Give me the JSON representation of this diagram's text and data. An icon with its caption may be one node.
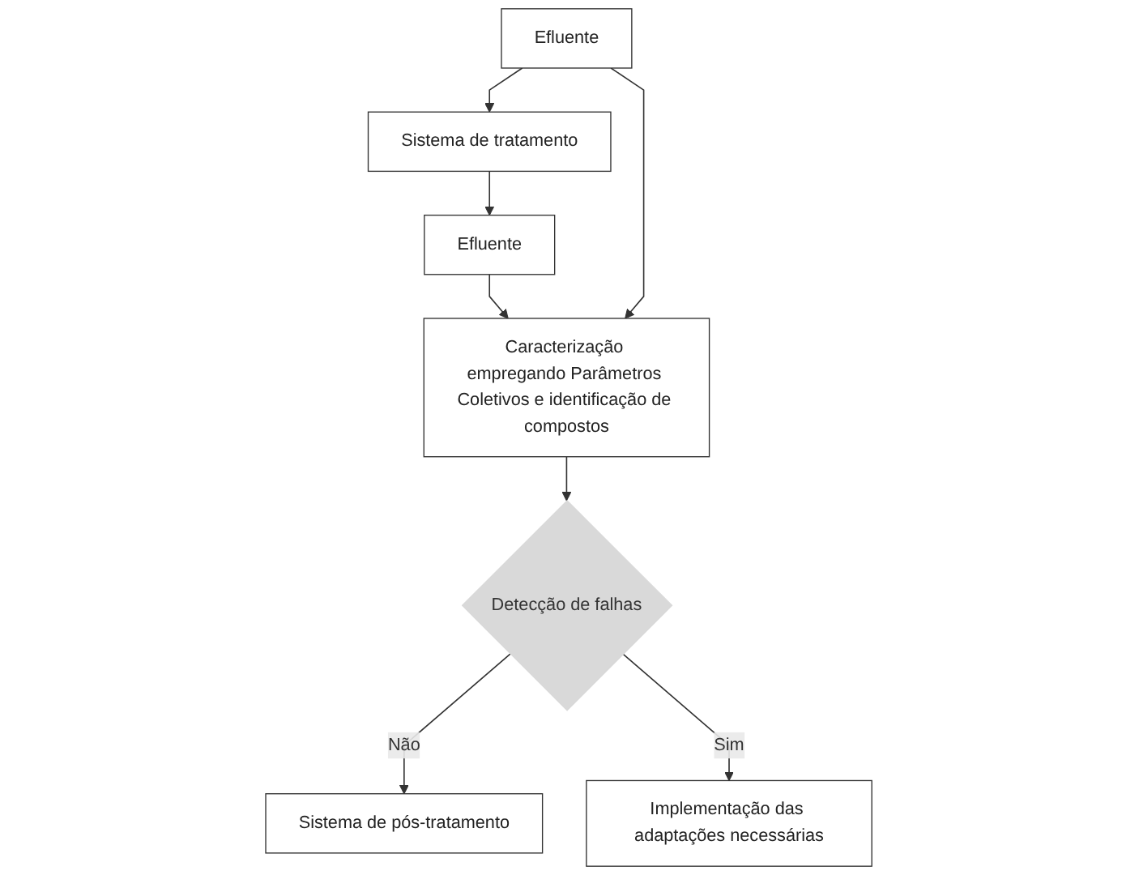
{
  "diagram": {
    "nodes": [
      {
        "text": [
          "Efluente"
        ]
      },
      {
        "text": [
          "Sistema de tratamento"
        ]
      },
      {
        "text": [
          "Efluente"
        ]
      },
      {
        "text": [
          "Caracterização empregando Parâmetros Coletivos e identificação de compostos"
        ]
      },
      {
        "text": [
          "Detecção de falhas"
        ]
      },
      {
        "text": [
          "Sistema de pós-tratamento"
        ]
      },
      {
        "text": [
          "Implementação das adaptações necessárias"
        ]
      }
    ],
    "edges": [
      {
        "from": 0,
        "to": 1,
        "arrow": "to"
      },
      {
        "from": 1,
        "to": 2,
        "arrow": "to"
      },
      {
        "from": 2,
        "to": 3,
        "arrow": "to"
      },
      {
        "from": 0,
        "to": 3,
        "arrow": "to"
      },
      {
        "from": 3,
        "to": 4,
        "arrow": "to"
      },
      {
        "from": 4,
        "to": 5,
        "label": "Não",
        "arrow": "to"
      },
      {
        "from": 4,
        "to": 6,
        "label": "Sim",
        "arrow": "to"
      }
    ]
  }
}
